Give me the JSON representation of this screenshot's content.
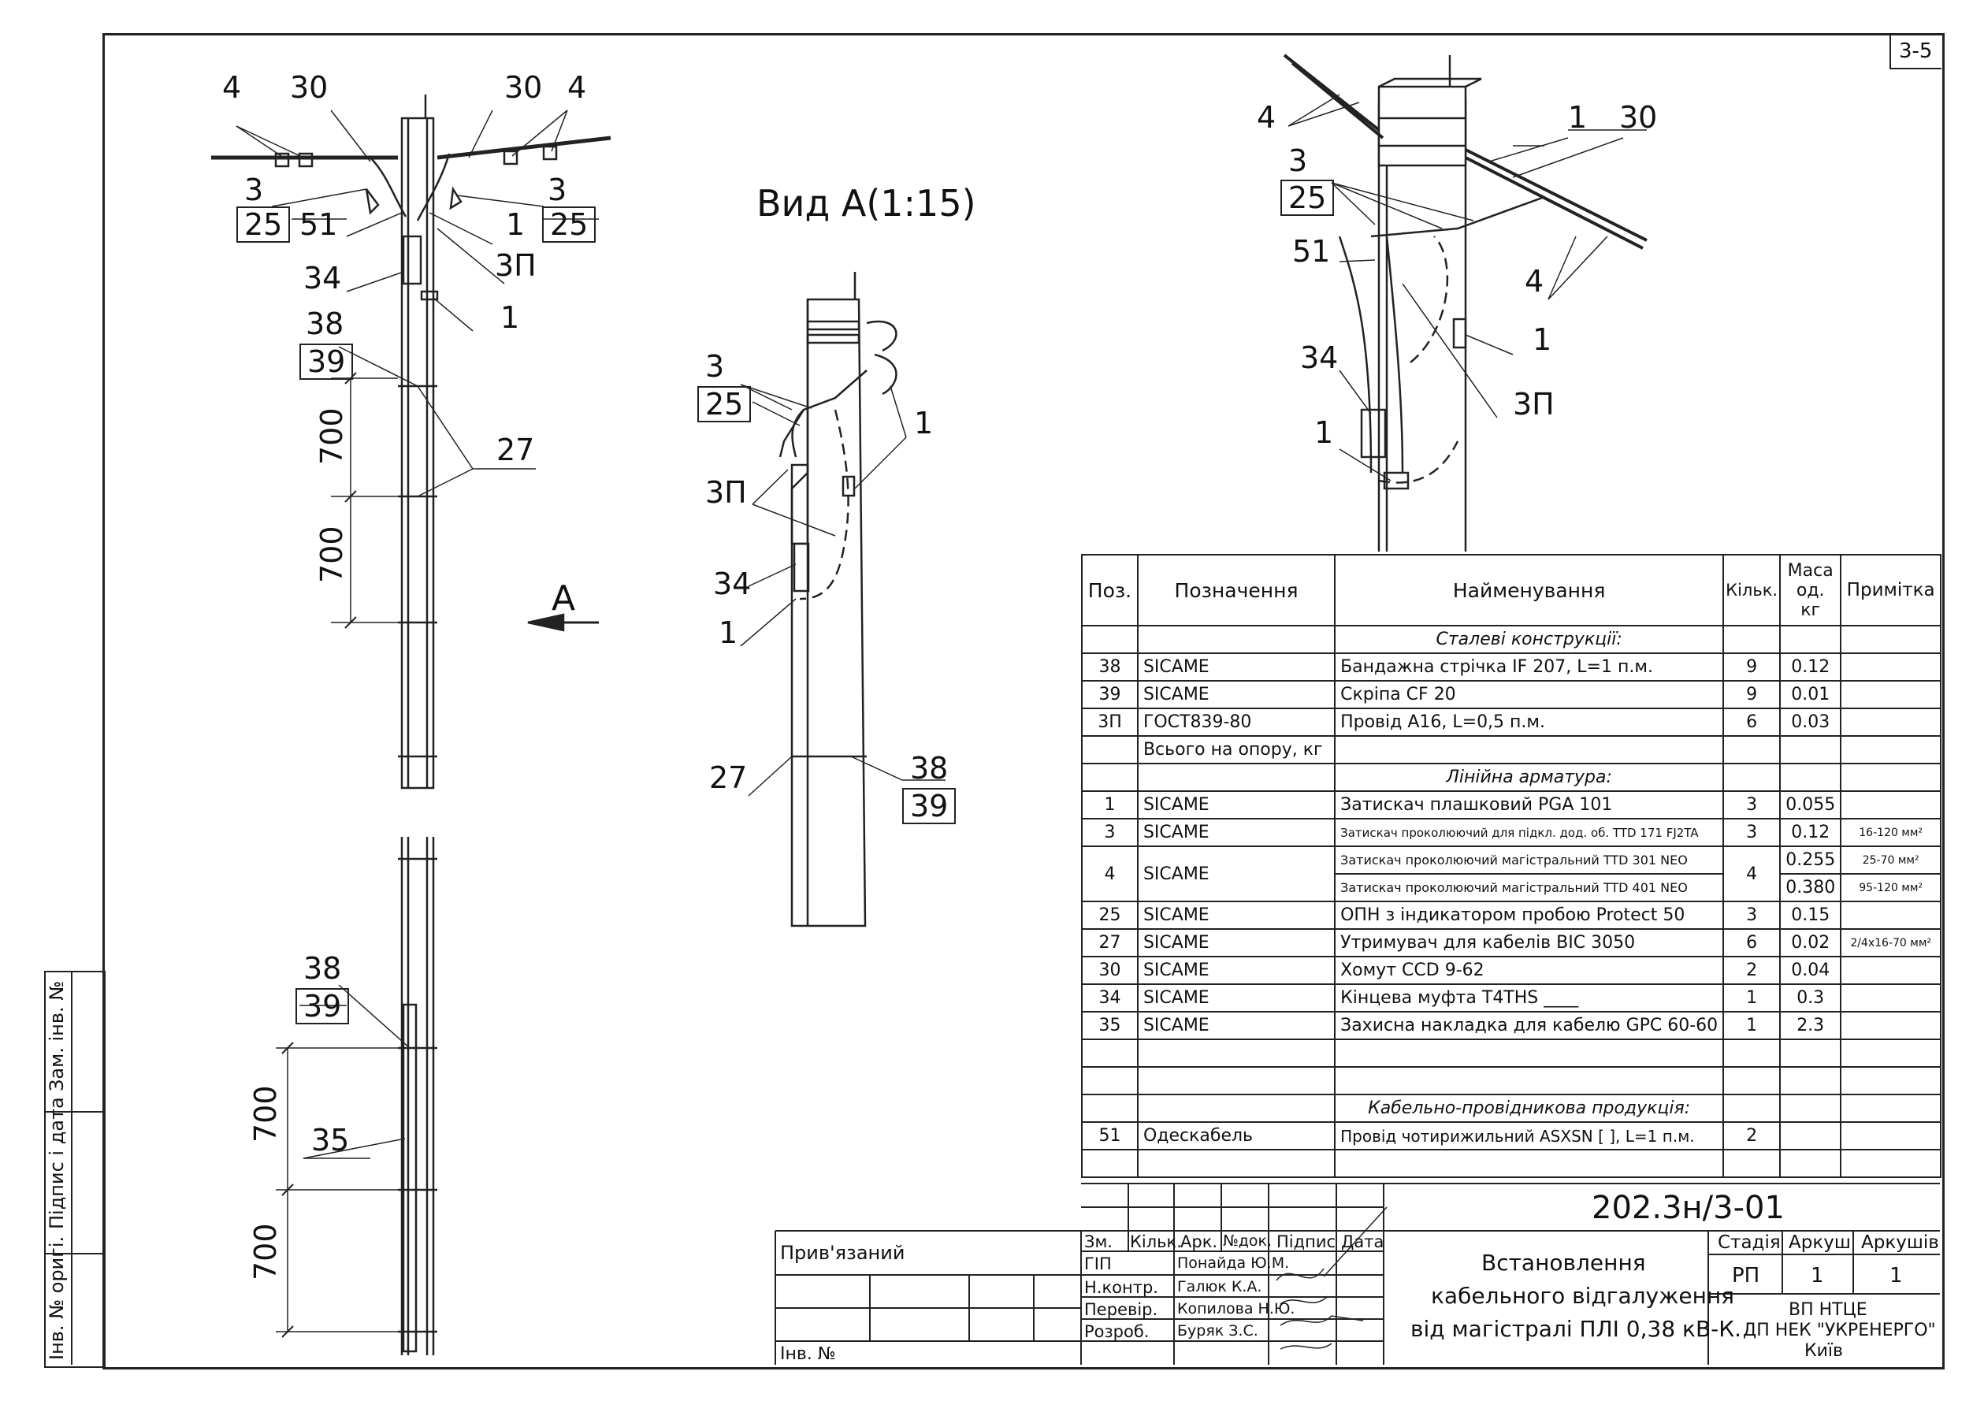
{
  "sheet_code": "3-5",
  "view_title": "Вид А(1:15)",
  "view_arrow_label": "A",
  "left_view_labels": {
    "l4a": "4",
    "l30a": "30",
    "l30b": "30",
    "l4b": "4",
    "l3a": "3",
    "l25a": "25",
    "l51": "51",
    "l1a": "1",
    "l3b": "3",
    "l25b": "25",
    "l3p": "3П",
    "l34": "34",
    "l1b": "1",
    "l38": "38",
    "l39": "39",
    "l27": "27",
    "d700a": "700",
    "d700b": "700"
  },
  "lower_view_labels": {
    "l38": "38",
    "l39": "39",
    "l35": "35",
    "d700a": "700",
    "d700b": "700"
  },
  "middle_view_labels": {
    "l3": "3",
    "l25": "25",
    "l1": "1",
    "l3p": "3П",
    "l34": "34",
    "l1b": "1",
    "l27": "27",
    "l38": "38",
    "l39": "39"
  },
  "iso_view_labels": {
    "l4a": "4",
    "l1a": "1",
    "l30": "30",
    "l3": "3",
    "l25": "25",
    "l51": "51",
    "l4b": "4",
    "l1b": "1",
    "l34": "34",
    "l3p": "3П",
    "l1c": "1"
  },
  "table": {
    "headers": {
      "pos": "Поз.",
      "desig": "Позначення",
      "name": "Найменування",
      "qty": "Кільк.",
      "mass": "Маса од. кг",
      "note": "Примітка"
    },
    "rows": [
      {
        "type": "section",
        "name": "Сталеві конструкції:"
      },
      {
        "pos": "38",
        "desig": "SICAME",
        "name": "Бандажна стрічка IF 207, L=1 п.м.",
        "qty": "9",
        "mass": "0.12",
        "note": ""
      },
      {
        "pos": "39",
        "desig": "SICAME",
        "name": "Скріпа CF 20",
        "qty": "9",
        "mass": "0.01",
        "note": ""
      },
      {
        "pos": "3П",
        "desig": "ГОСТ839-80",
        "name": "Провід А16, L=0,5 п.м.",
        "qty": "6",
        "mass": "0.03",
        "note": ""
      },
      {
        "pos": "",
        "desig": "Всього на опору, кг",
        "name": "",
        "qty": "",
        "mass": "",
        "note": ""
      },
      {
        "type": "section",
        "name": "Лінійна арматура:"
      },
      {
        "pos": "1",
        "desig": "SICAME",
        "name": "Затискач плашковий PGA 101",
        "qty": "3",
        "mass": "0.055",
        "note": ""
      },
      {
        "pos": "3",
        "desig": "SICAME",
        "name": "Затискач проколюючий для підкл. дод. об. TTD 171 FJ2TA",
        "qty": "3",
        "mass": "0.12",
        "note": "16-120 мм²",
        "small": true
      },
      {
        "pos": "4",
        "desig": "SICAME",
        "name": "Затискач проколюючий магістральний TTD 301 NEO",
        "qty": "4",
        "mass": "0.255",
        "note": "25-70 мм²",
        "small": true,
        "span_start": true
      },
      {
        "name": "Затискач проколюючий магістральний TTD 401 NEO",
        "mass": "0.380",
        "note": "95-120 мм²",
        "small": true,
        "span_cont": true
      },
      {
        "pos": "25",
        "desig": "SICAME",
        "name": "ОПН з індикатором пробою Protect 50",
        "qty": "3",
        "mass": "0.15",
        "note": ""
      },
      {
        "pos": "27",
        "desig": "SICAME",
        "name": "Утримувач для кабелів BIC 3050",
        "qty": "6",
        "mass": "0.02",
        "note": "2/4х16-70 мм²"
      },
      {
        "pos": "30",
        "desig": "SICAME",
        "name": "Хомут CCD 9-62",
        "qty": "2",
        "mass": "0.04",
        "note": ""
      },
      {
        "pos": "34",
        "desig": "SICAME",
        "name": "Кінцева муфта T4THS ____",
        "qty": "1",
        "mass": "0.3",
        "note": ""
      },
      {
        "pos": "35",
        "desig": "SICAME",
        "name": "Захисна накладка для кабелю GPC 60-60",
        "qty": "1",
        "mass": "2.3",
        "note": ""
      },
      {
        "pos": "",
        "desig": "",
        "name": "",
        "qty": "",
        "mass": "",
        "note": ""
      },
      {
        "pos": "",
        "desig": "",
        "name": "",
        "qty": "",
        "mass": "",
        "note": ""
      },
      {
        "type": "section",
        "name": "Кабельно-провідникова продукція:"
      },
      {
        "pos": "51",
        "desig": "Одескабель",
        "name": "Провід чотирижильний ASXSN [     ], L=1 п.м.",
        "qty": "2",
        "mass": "",
        "note": ""
      },
      {
        "pos": "",
        "desig": "",
        "name": "",
        "qty": "",
        "mass": "",
        "note": ""
      }
    ]
  },
  "title_block": {
    "doc_number": "202.3н/3-01",
    "linked_label": "Прив'язаний",
    "inv_label": "Інв. №",
    "col_headers": [
      "Зм.",
      "Кільк.",
      "Арк.",
      "№док.",
      "Підпис",
      "Дата"
    ],
    "roles": [
      {
        "role": "ГІП",
        "name": "Понайда Ю.М."
      },
      {
        "role": "Н.контр.",
        "name": "Галюк К.А."
      },
      {
        "role": "Перевір.",
        "name": "Копилова Н.Ю."
      },
      {
        "role": "Розроб.",
        "name": "Буряк З.С."
      }
    ],
    "title_lines": [
      "Встановлення",
      "кабельного відгалуження",
      "від магістралі ПЛІ 0,38 кВ-К."
    ],
    "stage_label": "Стадія",
    "sheet_label": "Аркуш",
    "sheets_label": "Аркушів",
    "stage": "РП",
    "sheet": "1",
    "sheets": "1",
    "org_lines": [
      "ВП НТЦЕ",
      "ДП НЕК \"УКРЕНЕРГО\"",
      "Київ"
    ]
  },
  "side_stamp": [
    "Інв. № оригі.",
    "Підпис і дата",
    "Зам. інв. №"
  ]
}
